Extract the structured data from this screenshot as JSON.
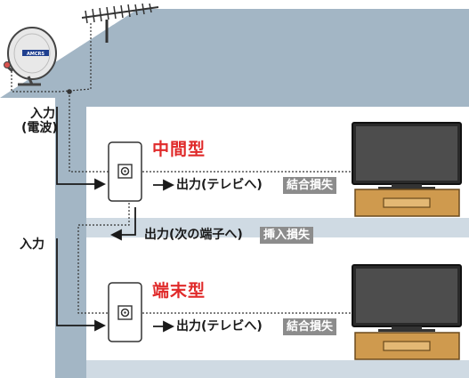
{
  "input_top": "入力",
  "input_top_note": "(電波)",
  "input_mid": "入力",
  "intermediate": {
    "title": "中間型",
    "output_tv": "出力(テレビへ)",
    "badge_coupling": "結合損失",
    "output_next": "出力(次の端子へ)",
    "badge_insertion": "挿入損失"
  },
  "terminal": {
    "title": "端末型",
    "output_tv": "出力(テレビへ)",
    "badge_coupling": "結合損失"
  },
  "dish_label": "AMCRS",
  "colors": {
    "house": "#a3b6c5",
    "floor": "#cfdae3",
    "red": "#e02a2a",
    "badge": "#8c8c8c"
  }
}
